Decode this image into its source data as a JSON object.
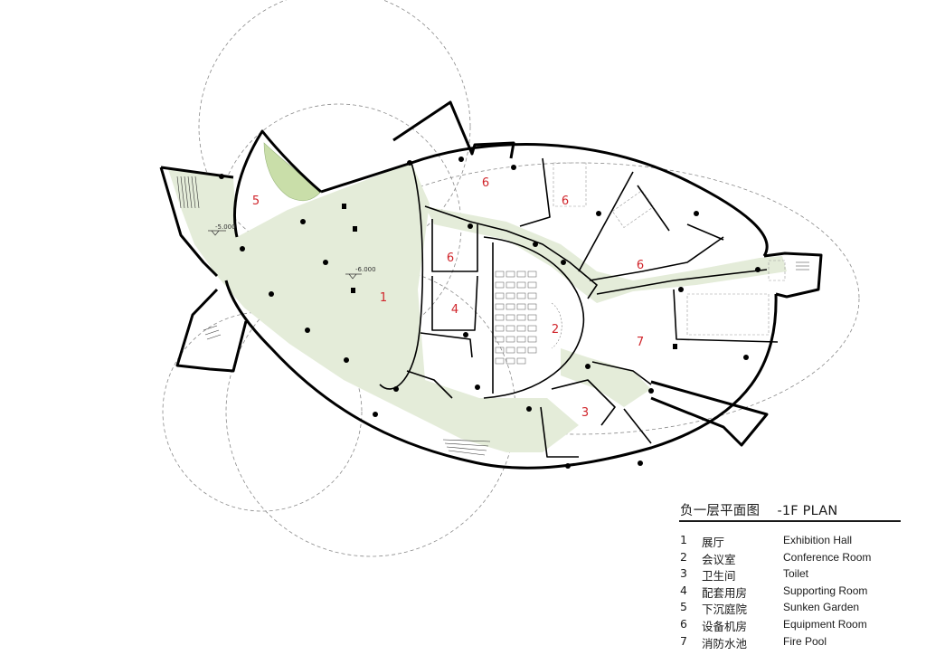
{
  "title": {
    "chinese": "负一层平面图",
    "english": "-1F PLAN"
  },
  "legend": [
    {
      "num": "1",
      "zh": "展厅",
      "en": "Exhibition Hall"
    },
    {
      "num": "2",
      "zh": "会议室",
      "en": "Conference Room"
    },
    {
      "num": "3",
      "zh": "卫生间",
      "en": "Toilet"
    },
    {
      "num": "4",
      "zh": "配套用房",
      "en": "Supporting Room"
    },
    {
      "num": "5",
      "zh": "下沉庭院",
      "en": "Sunken Garden"
    },
    {
      "num": "6",
      "zh": "设备机房",
      "en": "Equipment Room"
    },
    {
      "num": "7",
      "zh": "消防水池",
      "en": "Fire Pool"
    }
  ],
  "room_labels": [
    "1",
    "2",
    "3",
    "4",
    "5",
    "6",
    "6",
    "6",
    "6",
    "7"
  ],
  "level_marks": [
    "-6.000",
    "-5.000"
  ],
  "colors": {
    "circulation_fill": "#e4ecd9",
    "garden_fill": "#c9dea9",
    "wall": "#000000",
    "room_number": "#d0252b",
    "guide_circles": "#8a8a8a"
  }
}
